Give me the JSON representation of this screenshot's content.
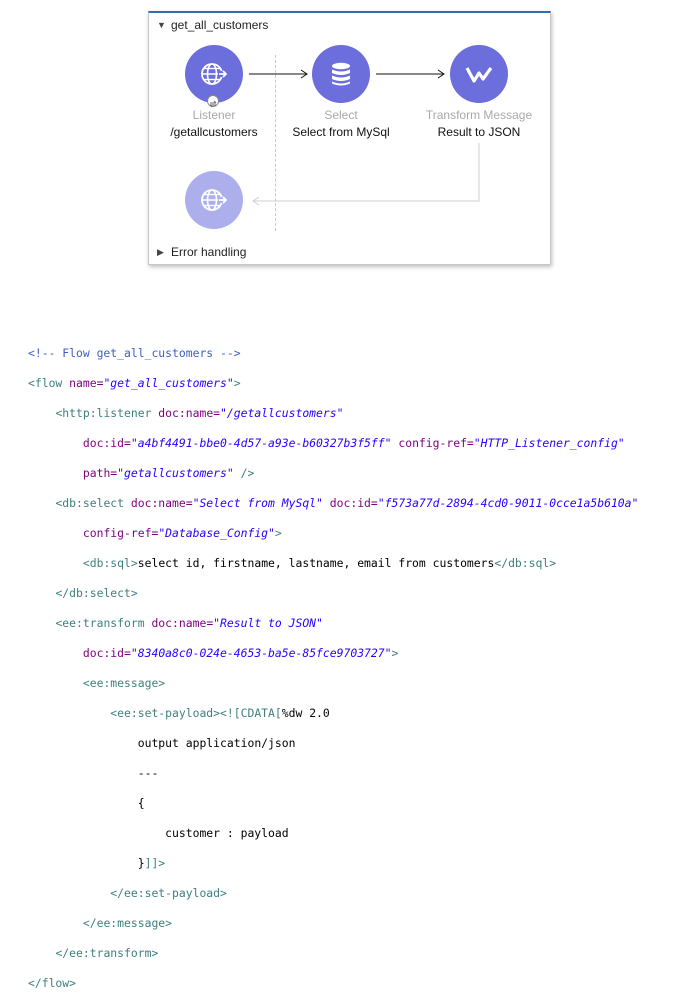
{
  "flow": {
    "name": "get_all_customers",
    "error_handling_label": "Error handling",
    "nodes": [
      {
        "type": "Listener",
        "label": "/getallcustomers",
        "icon": "globe-icon"
      },
      {
        "type": "Select",
        "label": "Select from MySql",
        "icon": "database-icon"
      },
      {
        "type": "Transform Message",
        "label": "Result to JSON",
        "icon": "transform-icon"
      }
    ],
    "response_icon": "globe-icon",
    "accent_color": "#6b6edb",
    "border_color": "#2f6fae"
  },
  "code": {
    "comment": "<!-- Flow get_all_customers -->",
    "flow_open": "<flow",
    "flow_name_attr": " name=",
    "flow_name_val": "\"get_all_customers\"",
    "flow_close_bracket": ">",
    "listener_open": "<http:listener",
    "listener_docname_attr": " doc:name=",
    "listener_docname_val": "\"/getallcustomers\"",
    "listener_docid_attr": "doc:id=",
    "listener_docid_val": "\"a4bf4491-bbe0-4d57-a93e-b60327b3f5ff\"",
    "listener_config_attr": " config-ref=",
    "listener_config_val": "\"HTTP_Listener_config\"",
    "listener_path_attr": "path=",
    "listener_path_val": "\"getallcustomers\"",
    "listener_end": " />",
    "select_open": "<db:select",
    "select_docname_attr": " doc:name=",
    "select_docname_val": "\"Select from MySql\"",
    "select_docid_attr": " doc:id=",
    "select_docid_val": "\"f573a77d-2894-4cd0-9011-0cce1a5b610a\"",
    "select_config_attr": "config-ref=",
    "select_config_val": "\"Database_Config\"",
    "select_bracket": ">",
    "sql_open": "<db:sql>",
    "sql_text": "select id, firstname, lastname, email from customers",
    "sql_close": "</db:sql>",
    "select_close": "</db:select>",
    "transform_open": "<ee:transform",
    "transform_docname_attr": " doc:name=",
    "transform_docname_val": "\"Result to JSON\"",
    "transform_docid_attr": "doc:id=",
    "transform_docid_val": "\"8340a8c0-024e-4653-ba5e-85fce9703727\"",
    "transform_bracket": ">",
    "message_open": "<ee:message>",
    "setpayload_open": "<ee:set-payload>",
    "cdata_open": "<![CDATA[",
    "dw_header": "%dw 2.0",
    "dw_output": "output application/json",
    "dw_sep": "---",
    "dw_brace_open": "{",
    "dw_body": "customer : payload",
    "dw_brace_close": "}",
    "cdata_close": "]]>",
    "setpayload_close": "</ee:set-payload>",
    "message_close": "</ee:message>",
    "transform_close": "</ee:transform>",
    "flow_close": "</flow>"
  }
}
